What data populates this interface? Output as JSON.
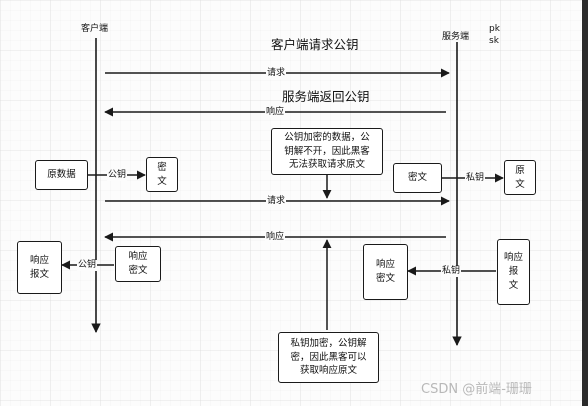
{
  "actors": {
    "client": "客户端",
    "server": "服务端"
  },
  "server_keys": [
    "pk",
    "sk"
  ],
  "titles": {
    "client_request_key": "客户端请求公钥",
    "server_return_key": "服务端返回公钥"
  },
  "messages": {
    "request": "请求",
    "response": "响应"
  },
  "arrow_labels": {
    "public_key": "公钥",
    "private_key": "私钥"
  },
  "boxes": {
    "raw_data": "原数据",
    "ciphertext_client": "密\n文",
    "ciphertext_server": "密文",
    "plaintext_server": "原\n文",
    "response_report_client": "响应\n报文",
    "response_cipher_client": "响应\n密文",
    "response_cipher_server": "响应\n密文",
    "response_report_server": "响应\n报\n文"
  },
  "notes": {
    "public_encrypt": "公钥加密的数据，公\n钥解不开，因此黑客\n无法获取请求原文",
    "private_encrypt": "私钥加密，公钥解\n密，因此黑客可以\n获取响应原文"
  },
  "watermark": "CSDN @前端-珊珊"
}
